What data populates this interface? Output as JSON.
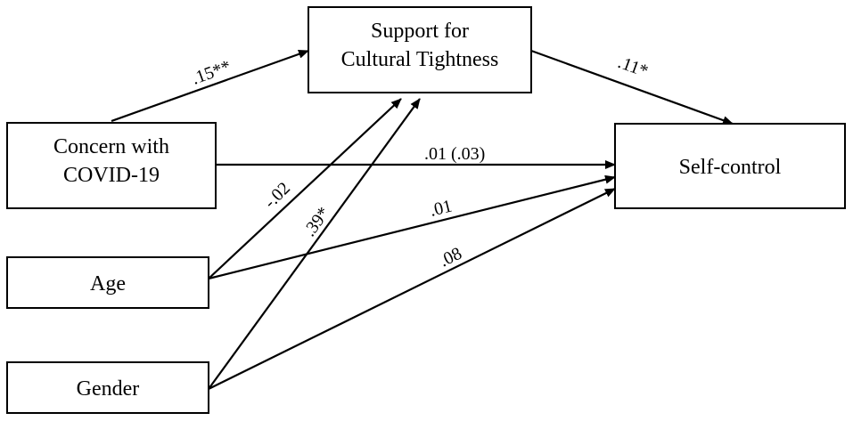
{
  "nodes": {
    "concern": {
      "lines": [
        "Concern with",
        "COVID-19"
      ]
    },
    "support": {
      "lines": [
        "Support for",
        "Cultural Tightness"
      ]
    },
    "selfcontrol": {
      "lines": [
        "Self-control"
      ]
    },
    "age": {
      "lines": [
        "Age"
      ]
    },
    "gender": {
      "lines": [
        "Gender"
      ]
    }
  },
  "edges": {
    "concern_support": ".15**",
    "support_selfcontrol": ".11*",
    "concern_selfcontrol": ".01 (.03)",
    "age_support": "-.02",
    "gender_support": ".39*",
    "age_selfcontrol": ".01",
    "gender_selfcontrol": ".08"
  },
  "colors": {
    "stroke": "#000000",
    "background": "#ffffff"
  }
}
